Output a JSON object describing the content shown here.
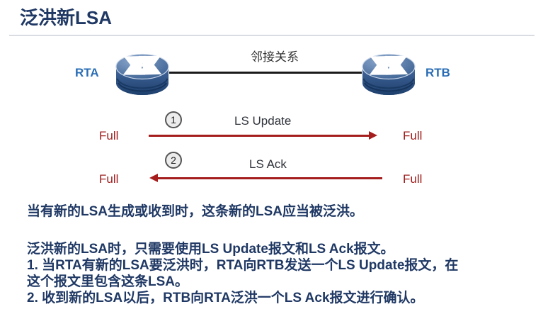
{
  "slide": {
    "title": "泛洪新LSA"
  },
  "colors": {
    "title_text": "#1f3864",
    "body_text": "#1f3864",
    "router_label_blue": "#2a6db5",
    "arrow_red": "#a51d1d",
    "state_red": "#9e1b1b",
    "router_icon_blue": "#2f5689",
    "divider_gray": "#d9dde2"
  },
  "diagram": {
    "left_router": {
      "label": "RTA",
      "icon": "router-icon"
    },
    "right_router": {
      "label": "RTB",
      "icon": "router-icon"
    },
    "link_label": "邻接关系",
    "messages": [
      {
        "step": "1",
        "label": "LS Update",
        "left_state": "Full",
        "right_state": "Full",
        "direction": "right"
      },
      {
        "step": "2",
        "label": "LS Ack",
        "left_state": "Full",
        "right_state": "Full",
        "direction": "left"
      }
    ]
  },
  "notes": {
    "summary": "当有新的LSA生成或收到时，这条新的LSA应当被泛洪。",
    "detail_lines": [
      "泛洪新的LSA时，只需要使用LS Update报文和LS Ack报文。",
      "1. 当RTA有新的LSA要泛洪时，RTA向RTB发送一个LS Update报文，在",
      "这个报文里包含这条LSA。",
      "2. 收到新的LSA以后，RTB向RTA泛洪一个LS Ack报文进行确认。"
    ]
  }
}
